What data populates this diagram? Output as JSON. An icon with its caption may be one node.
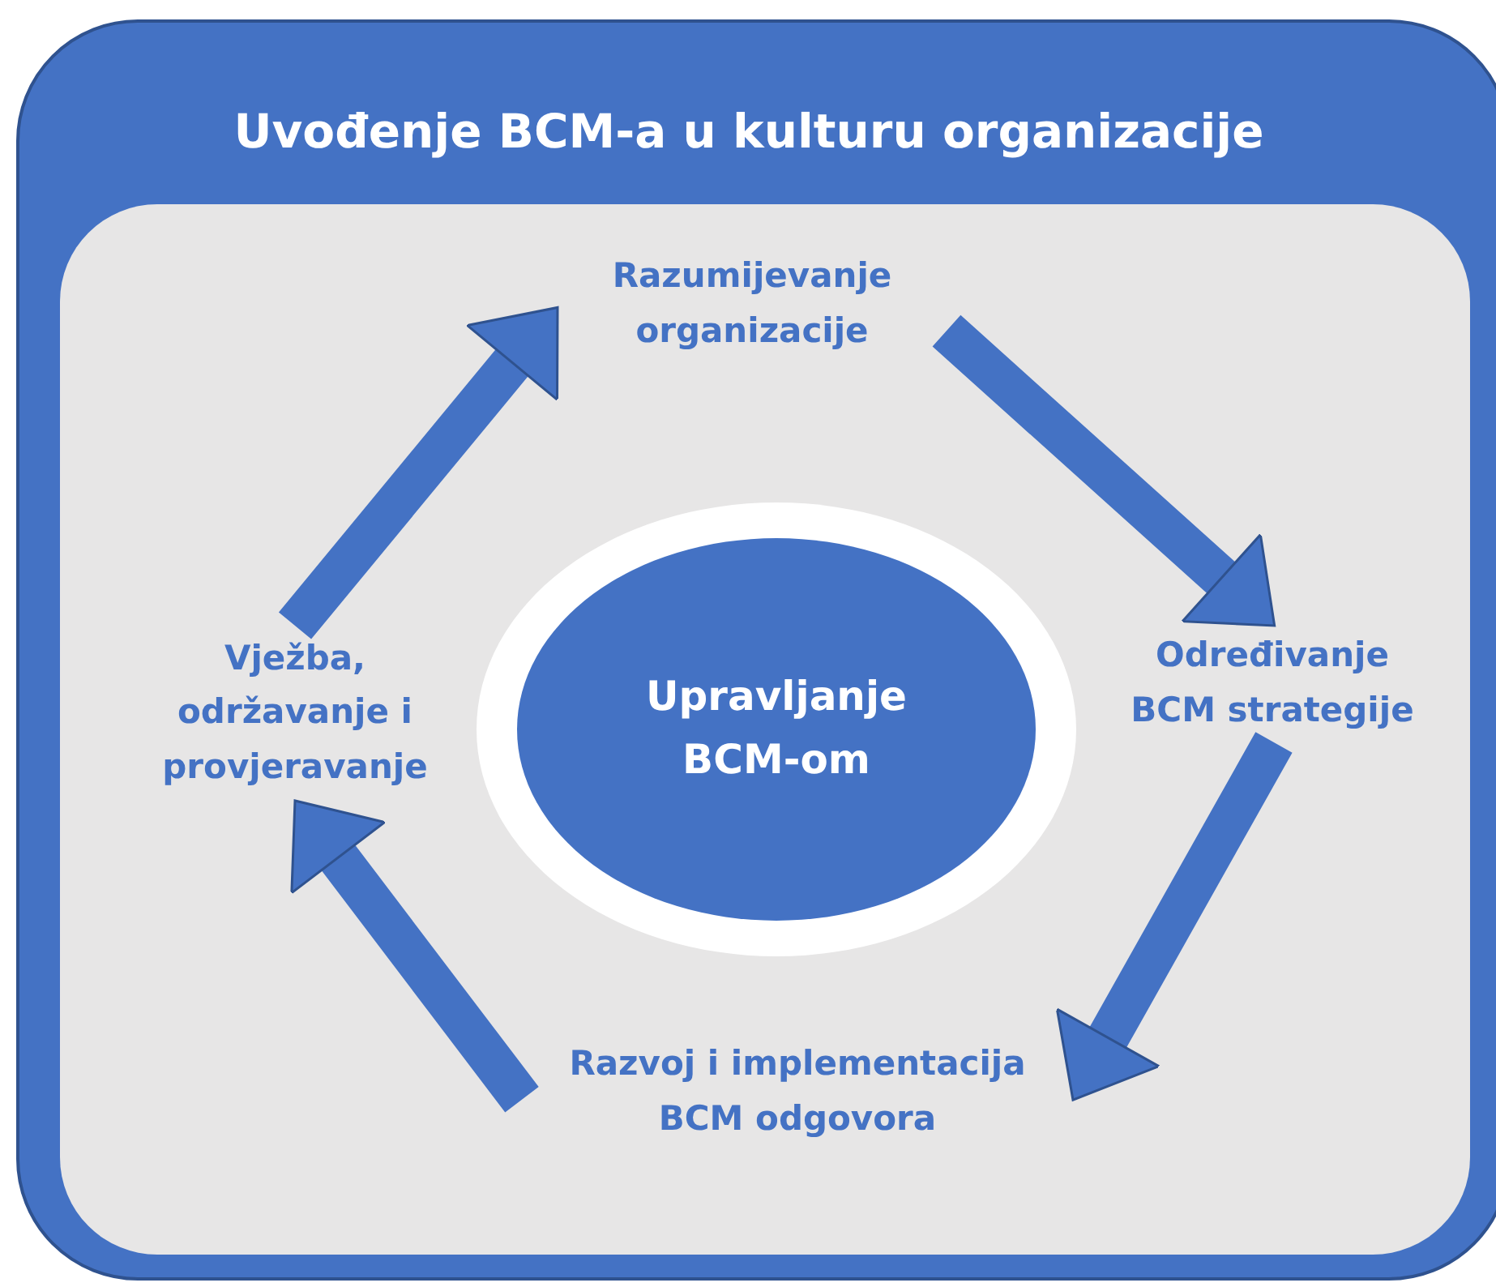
{
  "diagram": {
    "nodes": [
      {
        "text": [
          "Uvođenje BCM-a u kulturu organizacije"
        ]
      },
      {
        "text": [
          "Razumijevanje organizacije"
        ],
        "in": 0
      },
      {
        "text": [
          "Određivanje BCM strategije"
        ],
        "in": 0
      },
      {
        "text": [
          "Razvoj i implementacija BCM odgovora"
        ],
        "in": 0
      },
      {
        "text": [
          "Vježba, održavanje i provjeravanje"
        ],
        "in": 0
      },
      {
        "text": [
          "Upravljanje BCM-om"
        ],
        "in": 0
      }
    ],
    "edges": [
      {
        "from": 1,
        "to": 2,
        "arrow": "to"
      },
      {
        "from": 2,
        "to": 3,
        "arrow": "to"
      },
      {
        "from": 3,
        "to": 4,
        "arrow": "to"
      },
      {
        "from": 4,
        "to": 1,
        "arrow": "to"
      }
    ]
  }
}
